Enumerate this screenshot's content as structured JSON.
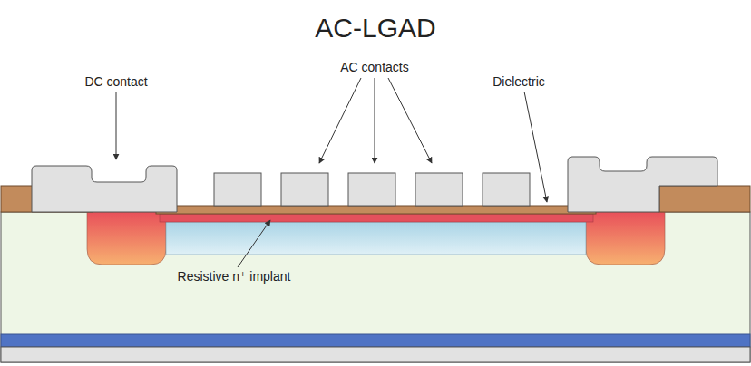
{
  "diagram": {
    "title": "AC-LGAD",
    "labels": [
      "DC contact",
      "AC contacts",
      "Dielectric",
      "Resistive n⁺ implant"
    ]
  }
}
